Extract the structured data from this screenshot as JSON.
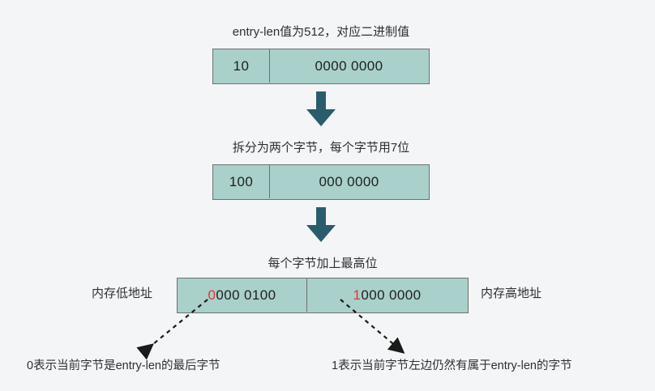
{
  "background_color": "#f4f5f7",
  "box_fill_color": "#a9d0cb",
  "box_border_color": "#6f6f6f",
  "arrow_color": "#2b5c6b",
  "highlight_color": "#e8312f",
  "steps": [
    {
      "caption": "entry-len值为512，对应二进制值",
      "cells": [
        {
          "text": "10"
        },
        {
          "text": "0000 0000"
        }
      ]
    },
    {
      "caption": "拆分为两个字节，每个字节用7位",
      "cells": [
        {
          "text": "100"
        },
        {
          "text": "000 0000"
        }
      ]
    },
    {
      "caption": "每个字节加上最高位",
      "cells": [
        {
          "flag": "0",
          "text": "000 0100"
        },
        {
          "flag": "1",
          "text": "000 0000"
        }
      ]
    }
  ],
  "memory": {
    "low_label": "内存低地址",
    "high_label": "内存高地址"
  },
  "footnotes": [
    "0表示当前字节是entry-len的最后字节",
    "1表示当前字节左边仍然有属于entry-len的字节"
  ],
  "arrows": {
    "down_arrow_1": "down-arrow",
    "down_arrow_2": "down-arrow",
    "pointer_left": "dashed-arrow-left",
    "pointer_right": "dashed-arrow-right"
  }
}
